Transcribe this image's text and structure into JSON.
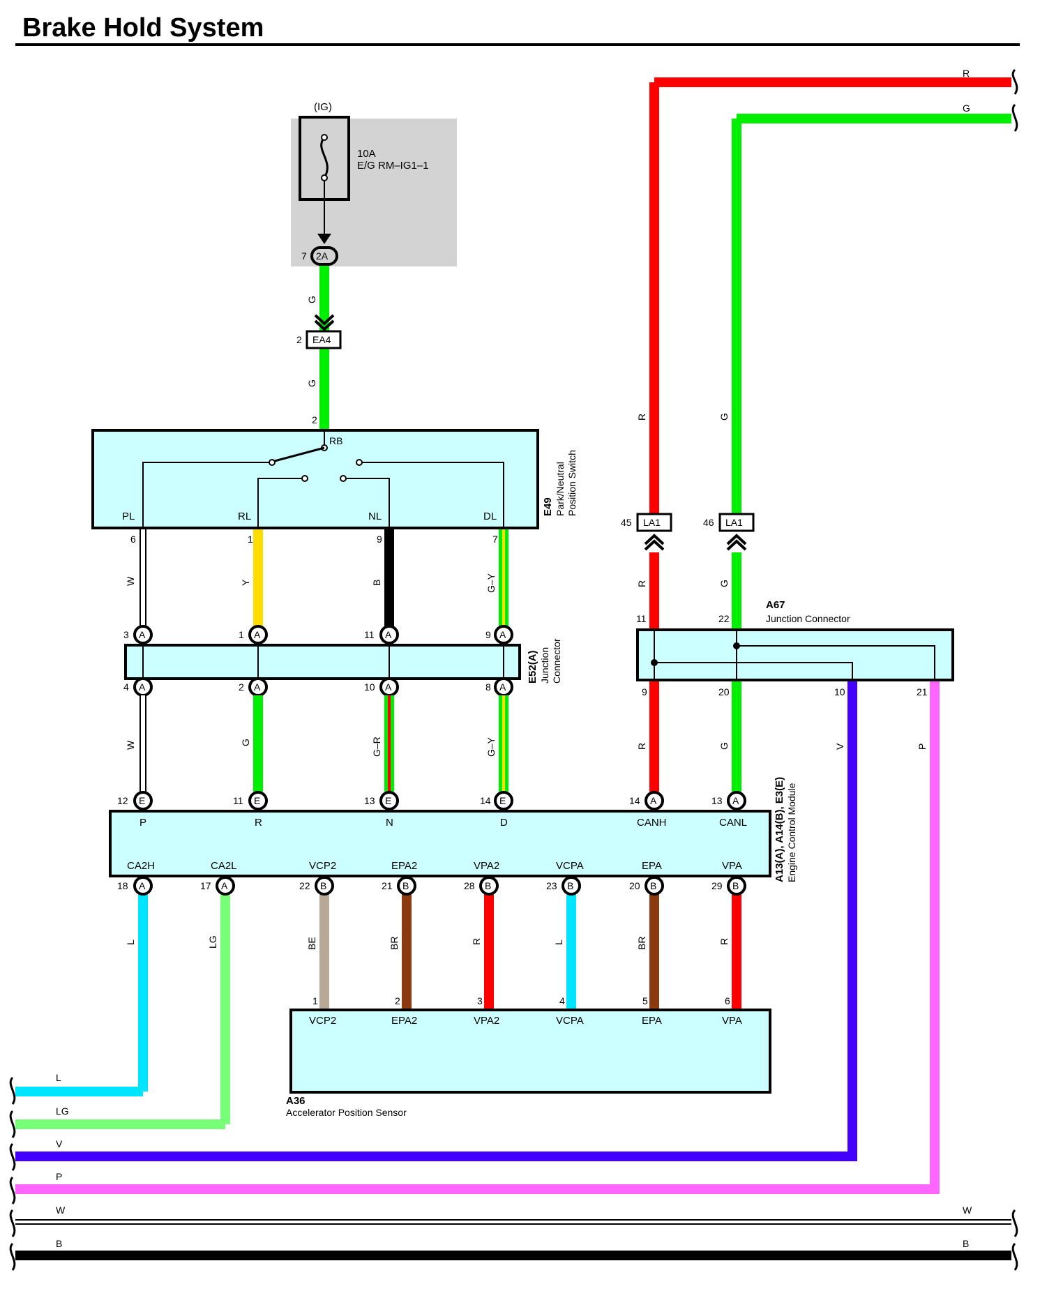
{
  "title": "Brake Hold System",
  "fuse": {
    "supply": "(IG)",
    "rating": "10A",
    "name": "E/G RM–IG1–1",
    "connector": "2A",
    "pin": "7"
  },
  "inline_connectors": {
    "ea4": {
      "id": "EA4",
      "pin": "2"
    },
    "la1_r": {
      "id": "LA1",
      "pin": "45"
    },
    "la1_g": {
      "id": "LA1",
      "pin": "46"
    }
  },
  "components": {
    "e49": {
      "id": "E49",
      "name_line1": "Park/Neutral",
      "name_line2": "Position Switch",
      "input_pin": "2",
      "input_label": "RB",
      "terminals": [
        {
          "label": "PL",
          "pin": "6"
        },
        {
          "label": "RL",
          "pin": "1"
        },
        {
          "label": "NL",
          "pin": "9"
        },
        {
          "label": "DL",
          "pin": "7"
        }
      ]
    },
    "e52": {
      "id": "E52(A)",
      "name_line1": "Junction",
      "name_line2": "Connector",
      "top_pins": [
        "3",
        "1",
        "11",
        "9"
      ],
      "bottom_pins": [
        "4",
        "2",
        "10",
        "8"
      ],
      "letter": "A"
    },
    "a67": {
      "id": "A67",
      "name": "Junction Connector",
      "top_pins": [
        "11",
        "22"
      ],
      "bottom_pins": [
        "9",
        "20",
        "10",
        "21"
      ]
    },
    "ecm": {
      "id": "A13(A), A14(B), E3(E)",
      "name": "Engine Control Module",
      "top_terminals": [
        {
          "label": "P",
          "pin": "12",
          "letter": "E"
        },
        {
          "label": "R",
          "pin": "11",
          "letter": "E"
        },
        {
          "label": "N",
          "pin": "13",
          "letter": "E"
        },
        {
          "label": "D",
          "pin": "14",
          "letter": "E"
        },
        {
          "label": "CANH",
          "pin": "14",
          "letter": "A"
        },
        {
          "label": "CANL",
          "pin": "13",
          "letter": "A"
        }
      ],
      "bottom_terminals": [
        {
          "label": "CA2H",
          "pin": "18",
          "letter": "A"
        },
        {
          "label": "CA2L",
          "pin": "17",
          "letter": "A"
        },
        {
          "label": "VCP2",
          "pin": "22",
          "letter": "B"
        },
        {
          "label": "EPA2",
          "pin": "21",
          "letter": "B"
        },
        {
          "label": "VPA2",
          "pin": "28",
          "letter": "B"
        },
        {
          "label": "VCPA",
          "pin": "23",
          "letter": "B"
        },
        {
          "label": "EPA",
          "pin": "20",
          "letter": "B"
        },
        {
          "label": "VPA",
          "pin": "29",
          "letter": "B"
        }
      ]
    },
    "a36": {
      "id": "A36",
      "name": "Accelerator Position Sensor",
      "terminals": [
        {
          "label": "VCP2",
          "pin": "1"
        },
        {
          "label": "EPA2",
          "pin": "2"
        },
        {
          "label": "VPA2",
          "pin": "3"
        },
        {
          "label": "VCPA",
          "pin": "4"
        },
        {
          "label": "EPA",
          "pin": "5"
        },
        {
          "label": "VPA",
          "pin": "6"
        }
      ]
    }
  },
  "wire_colors": {
    "g_fuse_1": "G",
    "g_fuse_2": "G",
    "e49_e52": [
      "W",
      "Y",
      "B",
      "G–Y"
    ],
    "e52_ecm": [
      "W",
      "G",
      "G–R",
      "G–Y"
    ],
    "r_top": "R",
    "g_top": "G",
    "r_mid": "R",
    "g_mid": "G",
    "r_low": "R",
    "g_low": "G",
    "a67_v": "V",
    "a67_p": "P",
    "ecm_a36": [
      "BE",
      "BR",
      "R",
      "L",
      "BR",
      "R"
    ],
    "ca2h": "L",
    "ca2l": "LG"
  },
  "bus_labels": {
    "top_r": "R",
    "top_g": "G",
    "bottom": [
      "L",
      "LG",
      "V",
      "P",
      "W",
      "B"
    ],
    "bottom_right": [
      "W",
      "B"
    ]
  },
  "colors": {
    "red": "#ff0000",
    "green": "#00ee00",
    "yellow": "#ffdd00",
    "black": "#000000",
    "cyan": "#00e5ff",
    "light_green": "#77ff77",
    "violet": "#4400ff",
    "pink": "#ff66ff",
    "beige": "#b8a898",
    "brown": "#8b3a0f",
    "component_fill": "#ccffff",
    "relay_box": "#d3d3d3"
  }
}
